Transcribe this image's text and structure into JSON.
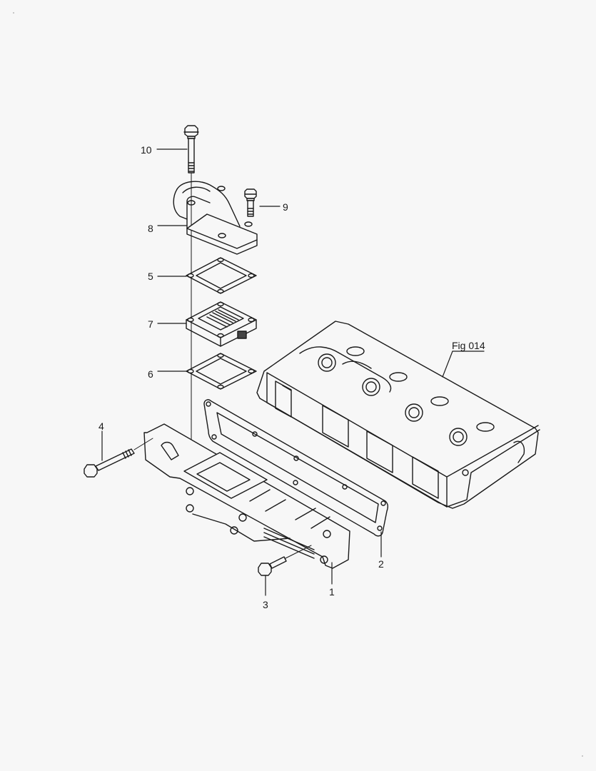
{
  "diagram": {
    "type": "exploded-parts-diagram",
    "subject": "Intake manifold assembly with cylinder head",
    "background_color": "#f7f7f7",
    "line_color": "#1a1a1a",
    "callouts": [
      {
        "id": "1",
        "label": "1",
        "part": "intake-manifold"
      },
      {
        "id": "2",
        "label": "2",
        "part": "manifold-gasket"
      },
      {
        "id": "3",
        "label": "3",
        "part": "manifold-bolt-short"
      },
      {
        "id": "4",
        "label": "4",
        "part": "manifold-bolt-long"
      },
      {
        "id": "5",
        "label": "5",
        "part": "upper-gasket"
      },
      {
        "id": "6",
        "label": "6",
        "part": "lower-gasket"
      },
      {
        "id": "7",
        "label": "7",
        "part": "intake-heater"
      },
      {
        "id": "8",
        "label": "8",
        "part": "intake-elbow"
      },
      {
        "id": "9",
        "label": "9",
        "part": "elbow-bolt-short"
      },
      {
        "id": "10",
        "label": "10",
        "part": "elbow-bolt-long"
      }
    ],
    "figure_reference": {
      "label": "Fig 014",
      "part": "cylinder-head"
    }
  }
}
